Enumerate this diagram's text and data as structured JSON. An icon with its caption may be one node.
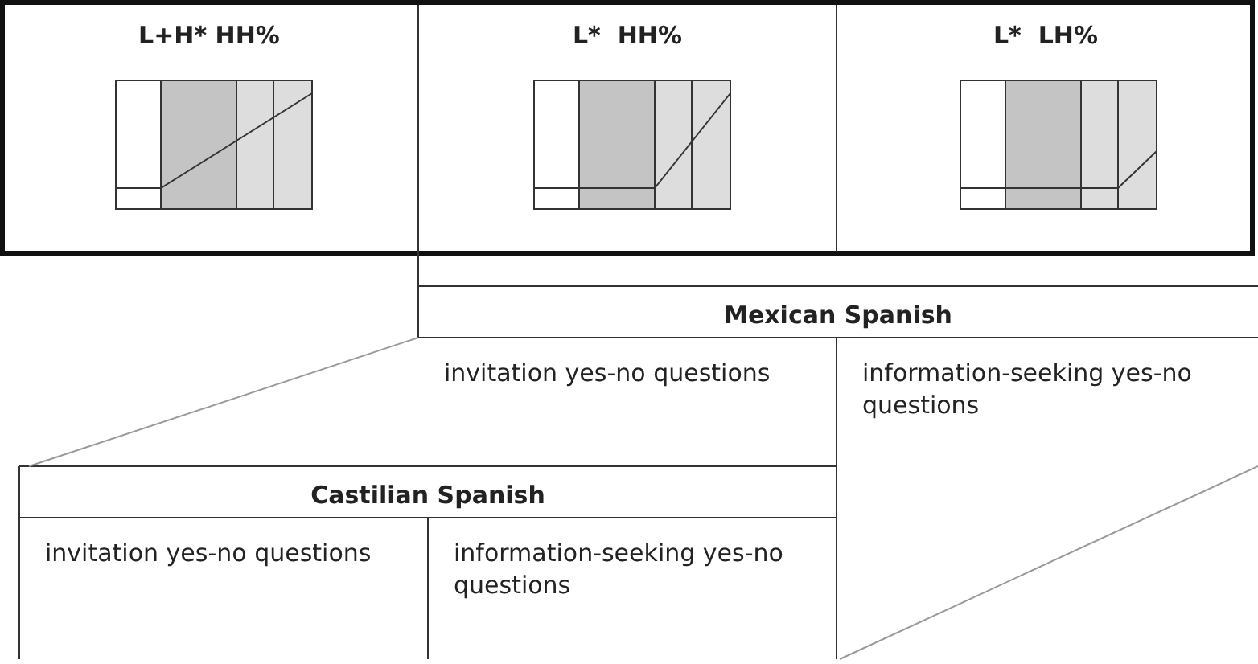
{
  "diagram": {
    "labels": [
      "L+H* HH%",
      "L*  HH%",
      "L*  LH%",
      "Mexican Spanish",
      "invitation yes-no questions",
      "information-seeking yes-no questions",
      "Castilian Spanish",
      "invitation yes-no questions",
      "information-seeking yes-no questions"
    ]
  }
}
